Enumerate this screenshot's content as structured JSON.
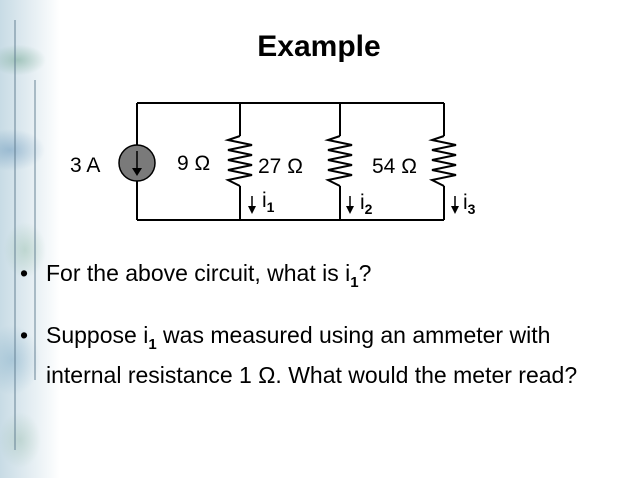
{
  "slide": {
    "title": "Example"
  },
  "circuit": {
    "source_label": "3 A",
    "resistors": [
      {
        "label": "9 Ω"
      },
      {
        "label": "27 Ω"
      },
      {
        "label": "54 Ω"
      }
    ],
    "currents": [
      {
        "symbol": "i",
        "index": "1"
      },
      {
        "symbol": "i",
        "index": "2"
      },
      {
        "symbol": "i",
        "index": "3"
      }
    ]
  },
  "bullets": {
    "marker": "•",
    "q1_prefix": "For the above circuit, what is i",
    "q1_sub": "1",
    "q1_suffix": "?",
    "q2_prefix": "Suppose i",
    "q2_sub": "1",
    "q2_suffix": " was measured using an ammeter with internal resistance 1 Ω.  What would the meter read?"
  }
}
